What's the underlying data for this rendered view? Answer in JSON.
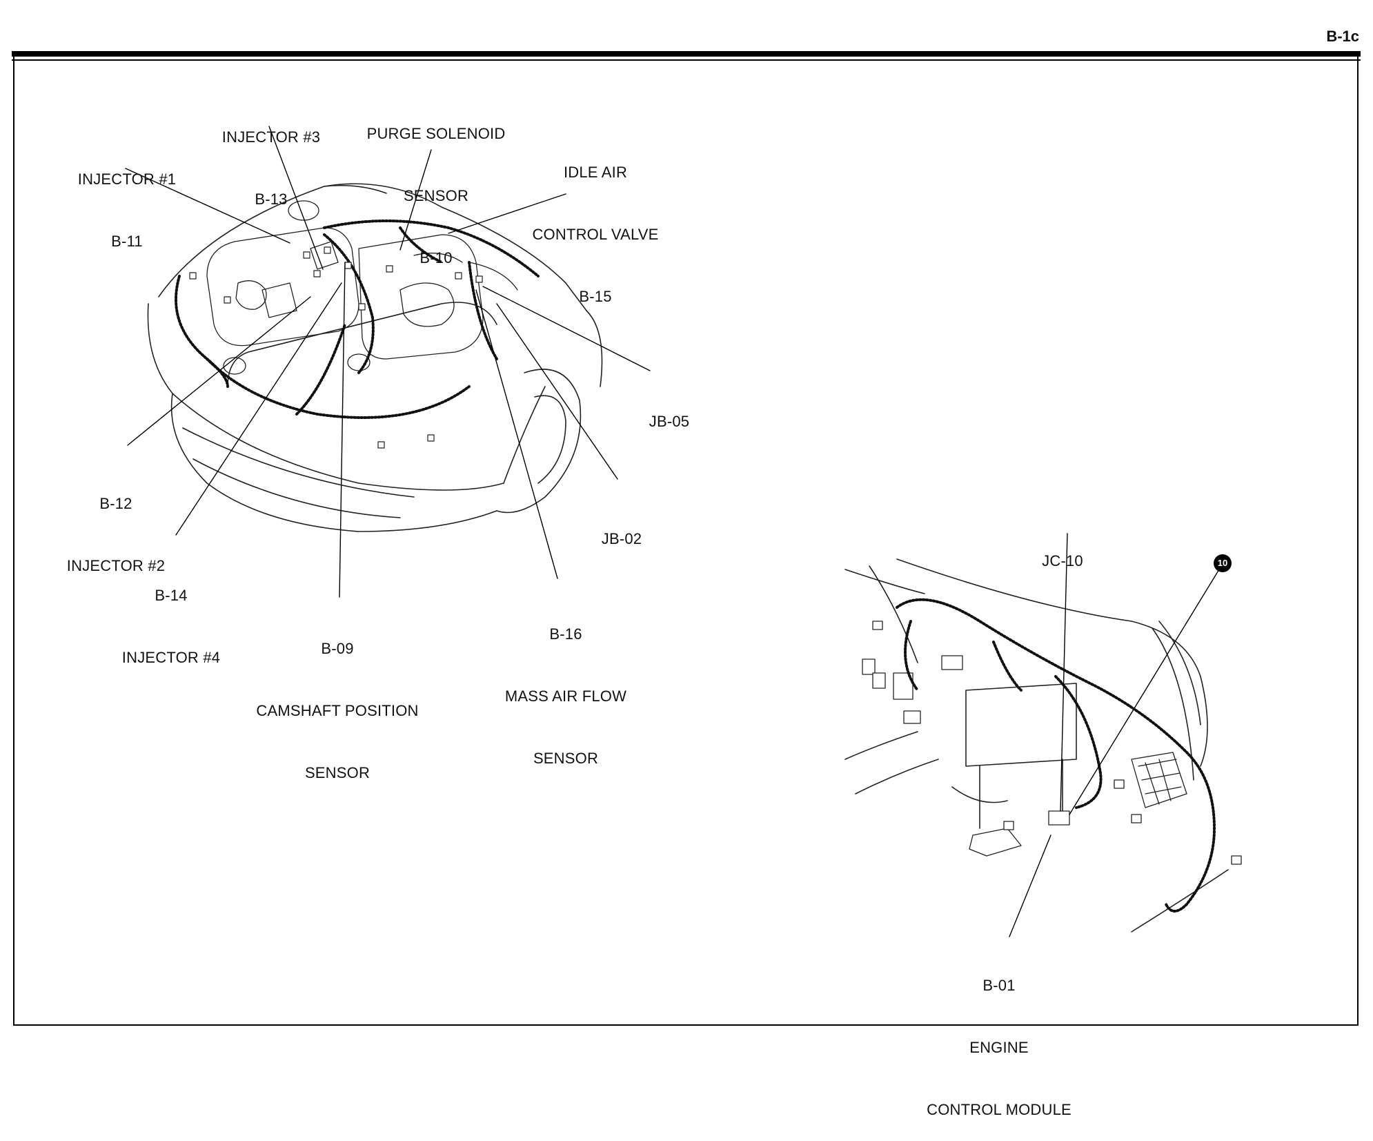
{
  "page": {
    "number": "B-1c"
  },
  "engine_bay_view": {
    "callouts": [
      {
        "id": "injector-3",
        "lines": [
          "INJECTOR #3",
          "B-13"
        ]
      },
      {
        "id": "purge-solenoid",
        "lines": [
          "PURGE SOLENOID",
          "SENSOR",
          "B-10"
        ]
      },
      {
        "id": "injector-1",
        "lines": [
          "INJECTOR #1",
          "B-11"
        ]
      },
      {
        "id": "idle-air",
        "lines": [
          "IDLE AIR",
          "CONTROL VALVE",
          "B-15"
        ]
      },
      {
        "id": "jb-05",
        "lines": [
          "JB-05"
        ]
      },
      {
        "id": "jb-02",
        "lines": [
          "JB-02"
        ]
      },
      {
        "id": "injector-2",
        "lines": [
          "B-12",
          "INJECTOR #2"
        ]
      },
      {
        "id": "injector-4",
        "lines": [
          "B-14",
          "INJECTOR #4"
        ]
      },
      {
        "id": "camshaft",
        "lines": [
          "B-09",
          "CAMSHAFT POSITION",
          "SENSOR"
        ]
      },
      {
        "id": "maf",
        "lines": [
          "B-16",
          "MASS AIR FLOW",
          "SENSOR"
        ]
      }
    ]
  },
  "interior_view": {
    "callouts": [
      {
        "id": "jc-10",
        "lines": [
          "JC-10"
        ]
      },
      {
        "id": "ecm",
        "lines": [
          "B-01",
          "ENGINE",
          "CONTROL MODULE"
        ]
      }
    ],
    "badge": "10"
  }
}
